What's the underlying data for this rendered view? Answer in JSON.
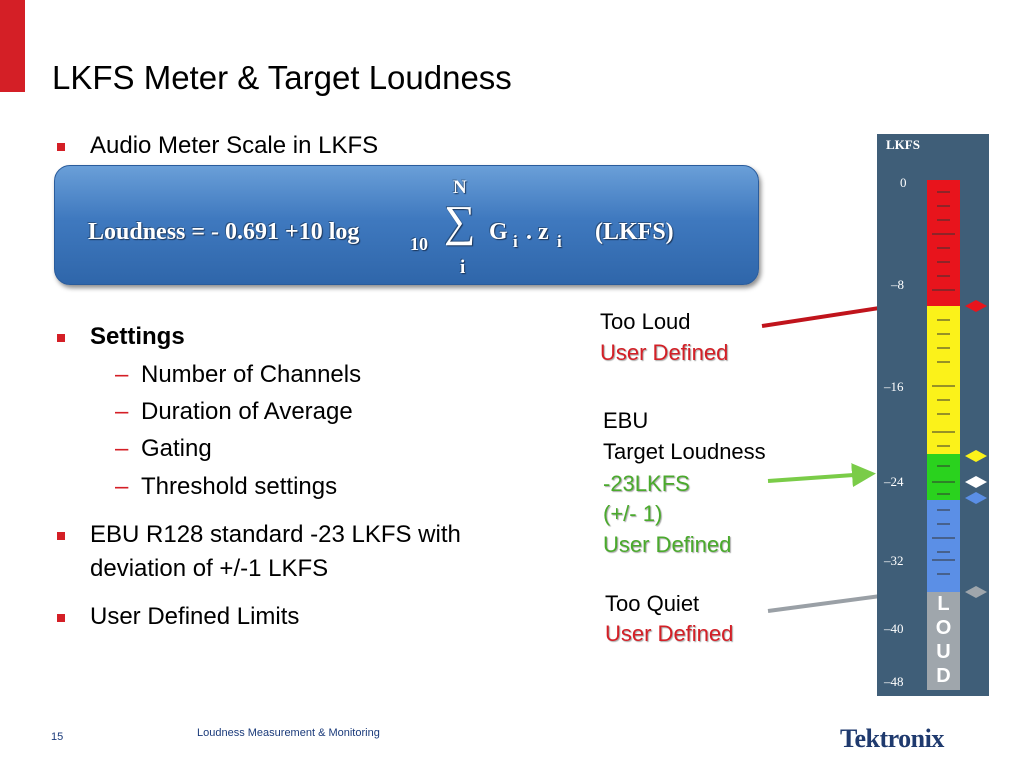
{
  "slide": {
    "title": "LKFS Meter & Target Loudness",
    "bullets": {
      "b1": "Audio Meter Scale in LKFS",
      "b2": "Settings",
      "sub1": "Number of Channels",
      "sub2": "Duration of Average",
      "sub3": "Gating",
      "sub4": "Threshold settings",
      "b3_line1": "EBU R128 standard -23 LKFS with",
      "b3_line2": "deviation of +/-1 LKFS",
      "b4": "User Defined Limits"
    },
    "formula": {
      "lhs": "Loudness = - 0.691 +10 log",
      "log_base": "10",
      "sum_symbol": "∑",
      "sum_upper": "N",
      "sum_lower": "i",
      "g": "G",
      "g_sub": "i",
      "dot_z": ". z",
      "z_sub": "i",
      "unit": "(LKFS)"
    },
    "callouts": {
      "too_loud": "Too Loud",
      "too_loud_ud": "User Defined",
      "ebu": "EBU",
      "target": "Target Loudness",
      "lkfs": "-23LKFS",
      "dev": "(+/- 1)",
      "ebu_ud": "User Defined",
      "too_quiet": "Too Quiet",
      "too_quiet_ud": "User Defined"
    },
    "meter": {
      "header": "LKFS",
      "scale_labels": [
        "0",
        "–8",
        "–16",
        "–24",
        "–32",
        "–40",
        "–48"
      ],
      "loud_letters": [
        "L",
        "O",
        "U",
        "D"
      ],
      "colors": {
        "red": "#e8141c",
        "yellow": "#fbf21a",
        "green": "#2ad21e",
        "blue": "#5b8fe6",
        "gray": "#9fa6ac"
      }
    },
    "footer": {
      "page_number": "15",
      "text": "Loudness Measurement & Monitoring",
      "logo": "Tektronix"
    }
  }
}
